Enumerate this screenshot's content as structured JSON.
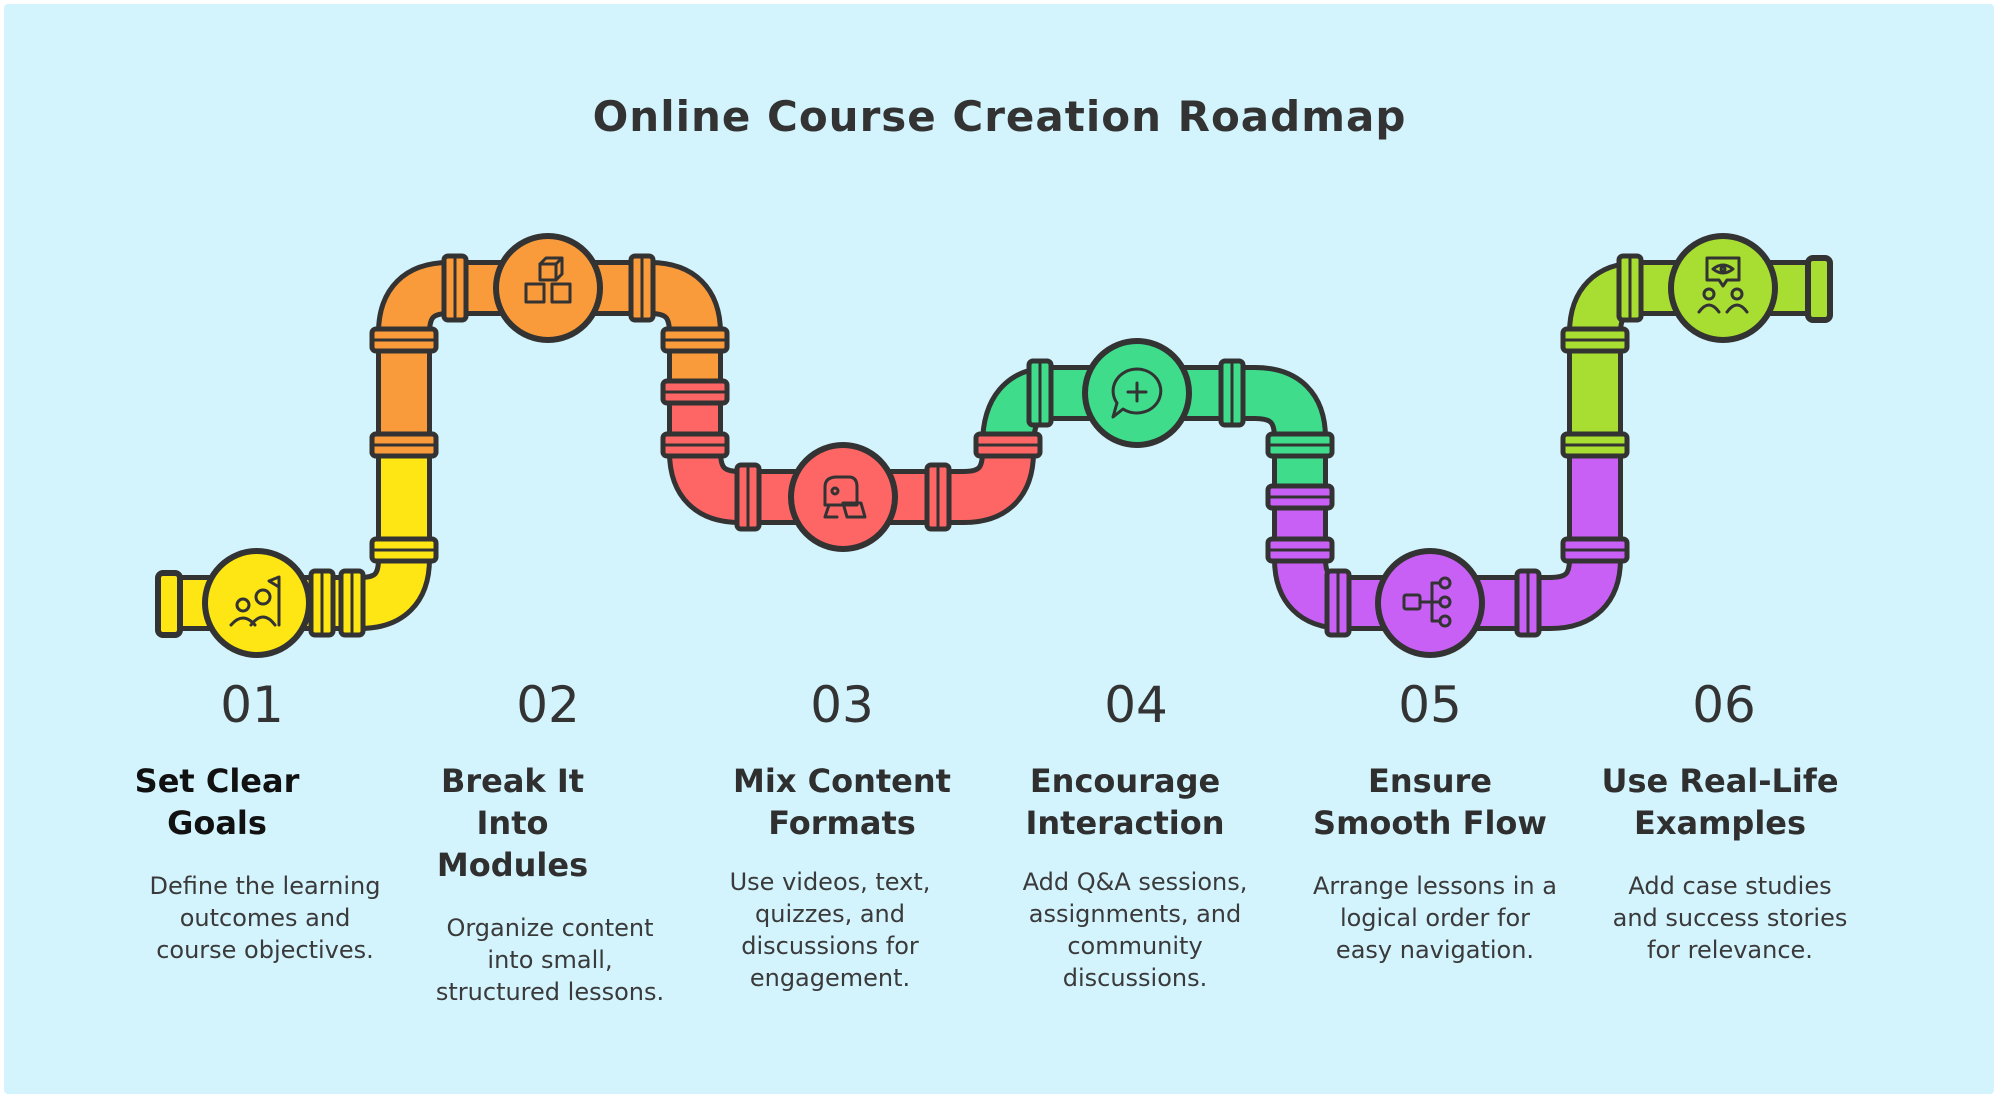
{
  "title": "Online Course Creation Roadmap",
  "steps": [
    {
      "number": "01",
      "heading_lines": [
        "Set Clear",
        "Goals"
      ],
      "description_lines": [
        "Define the learning",
        "outcomes and",
        "course objectives."
      ],
      "color": "#fde613",
      "icon": "goal-flag-people-icon"
    },
    {
      "number": "02",
      "heading_lines": [
        "Break It",
        "Into",
        "Modules"
      ],
      "description_lines": [
        "Organize content",
        "into small,",
        "structured lessons."
      ],
      "color": "#f99a3b",
      "icon": "stacked-cubes-icon"
    },
    {
      "number": "03",
      "heading_lines": [
        "Mix Content",
        "Formats"
      ],
      "description_lines": [
        "Use videos, text,",
        "quizzes, and",
        "discussions for",
        "engagement."
      ],
      "color": "#fe6565",
      "icon": "mixed-media-icon"
    },
    {
      "number": "04",
      "heading_lines": [
        "Encourage",
        "Interaction"
      ],
      "description_lines": [
        "Add Q&A sessions,",
        "assignments, and",
        "community",
        "discussions."
      ],
      "color": "#3fdc8c",
      "icon": "chat-plus-icon"
    },
    {
      "number": "05",
      "heading_lines": [
        "Ensure",
        "Smooth Flow"
      ],
      "description_lines": [
        "Arrange lessons in a",
        "logical order for",
        "easy navigation."
      ],
      "color": "#c960f5",
      "icon": "flow-hierarchy-icon"
    },
    {
      "number": "06",
      "heading_lines": [
        "Use Real-Life",
        "Examples"
      ],
      "description_lines": [
        "Add case studies",
        "and success stories",
        "for relevance."
      ],
      "color": "#a8dd32",
      "icon": "people-vision-icon"
    }
  ]
}
